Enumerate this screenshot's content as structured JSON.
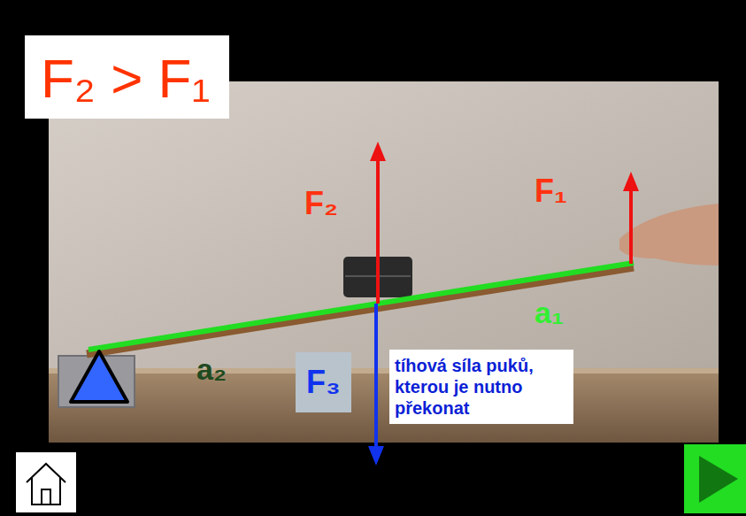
{
  "diagram": {
    "title": "F₂ > F₁",
    "nodes": [
      {
        "text": [
          "F₃"
        ]
      },
      {
        "text": [
          "tíhová síla puků, kterou je nutno překonat"
        ]
      }
    ],
    "labels": [
      "F₂",
      "F₁",
      "a₁",
      "a₂"
    ]
  }
}
